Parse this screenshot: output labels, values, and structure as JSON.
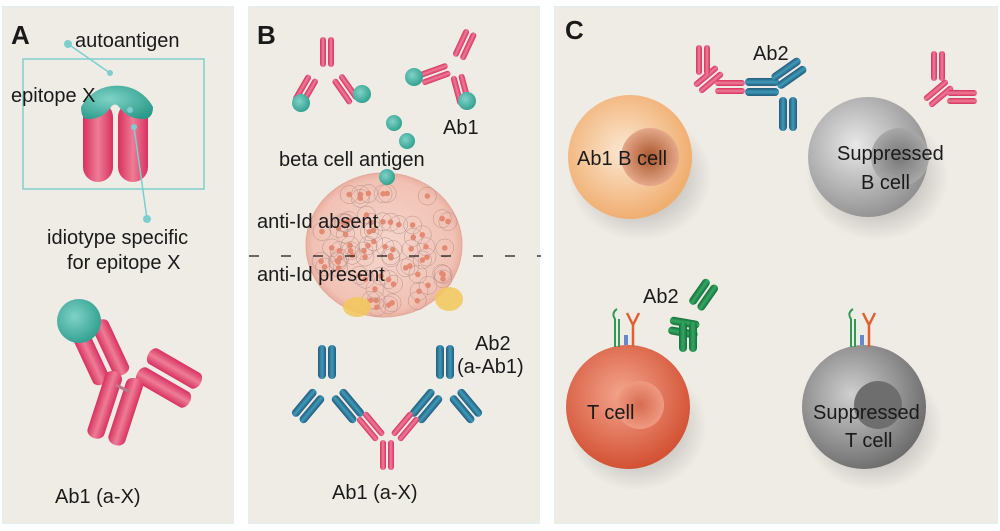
{
  "panels": {
    "a": {
      "letter": "A",
      "labels": {
        "autoantigen": "autoantigen",
        "epitope": "epitope X",
        "idiotype_line1": "idiotype specific",
        "idiotype_line2": "for epitope X",
        "antibody": "Ab1 (a-X)"
      }
    },
    "b": {
      "letter": "B",
      "labels": {
        "ab1": "Ab1",
        "beta_antigen": "beta cell antigen",
        "anti_id_absent": "anti-Id absent",
        "anti_id_present": "anti-Id present",
        "ab2_line1": "Ab2",
        "ab2_line2": "(a-Ab1)",
        "ab1_ax": "Ab1 (a-X)"
      }
    },
    "c": {
      "letter": "C",
      "labels": {
        "ab2_top": "Ab2",
        "ab1_b_cell": "Ab1 B cell",
        "suppressed_b_line1": "Suppressed",
        "suppressed_b_line2": "B cell",
        "ab2_bottom": "Ab2",
        "t_cell": "T cell",
        "suppressed_t_line1": "Suppressed",
        "suppressed_t_line2": "T cell"
      }
    }
  },
  "colors": {
    "panel_bg": "#efece6",
    "ab1_red": "#e0456a",
    "antigen_teal": "#3fb3a4",
    "ab2_blue": "#2e6f94",
    "ab2_green": "#1f8a4c",
    "b_cell_orange": "#f2b074",
    "t_cell_red": "#d8553a",
    "suppressed_gray": "#9a9a9a",
    "islet_pink": "#f3c9be",
    "guide_line": "#7dcfcf"
  }
}
